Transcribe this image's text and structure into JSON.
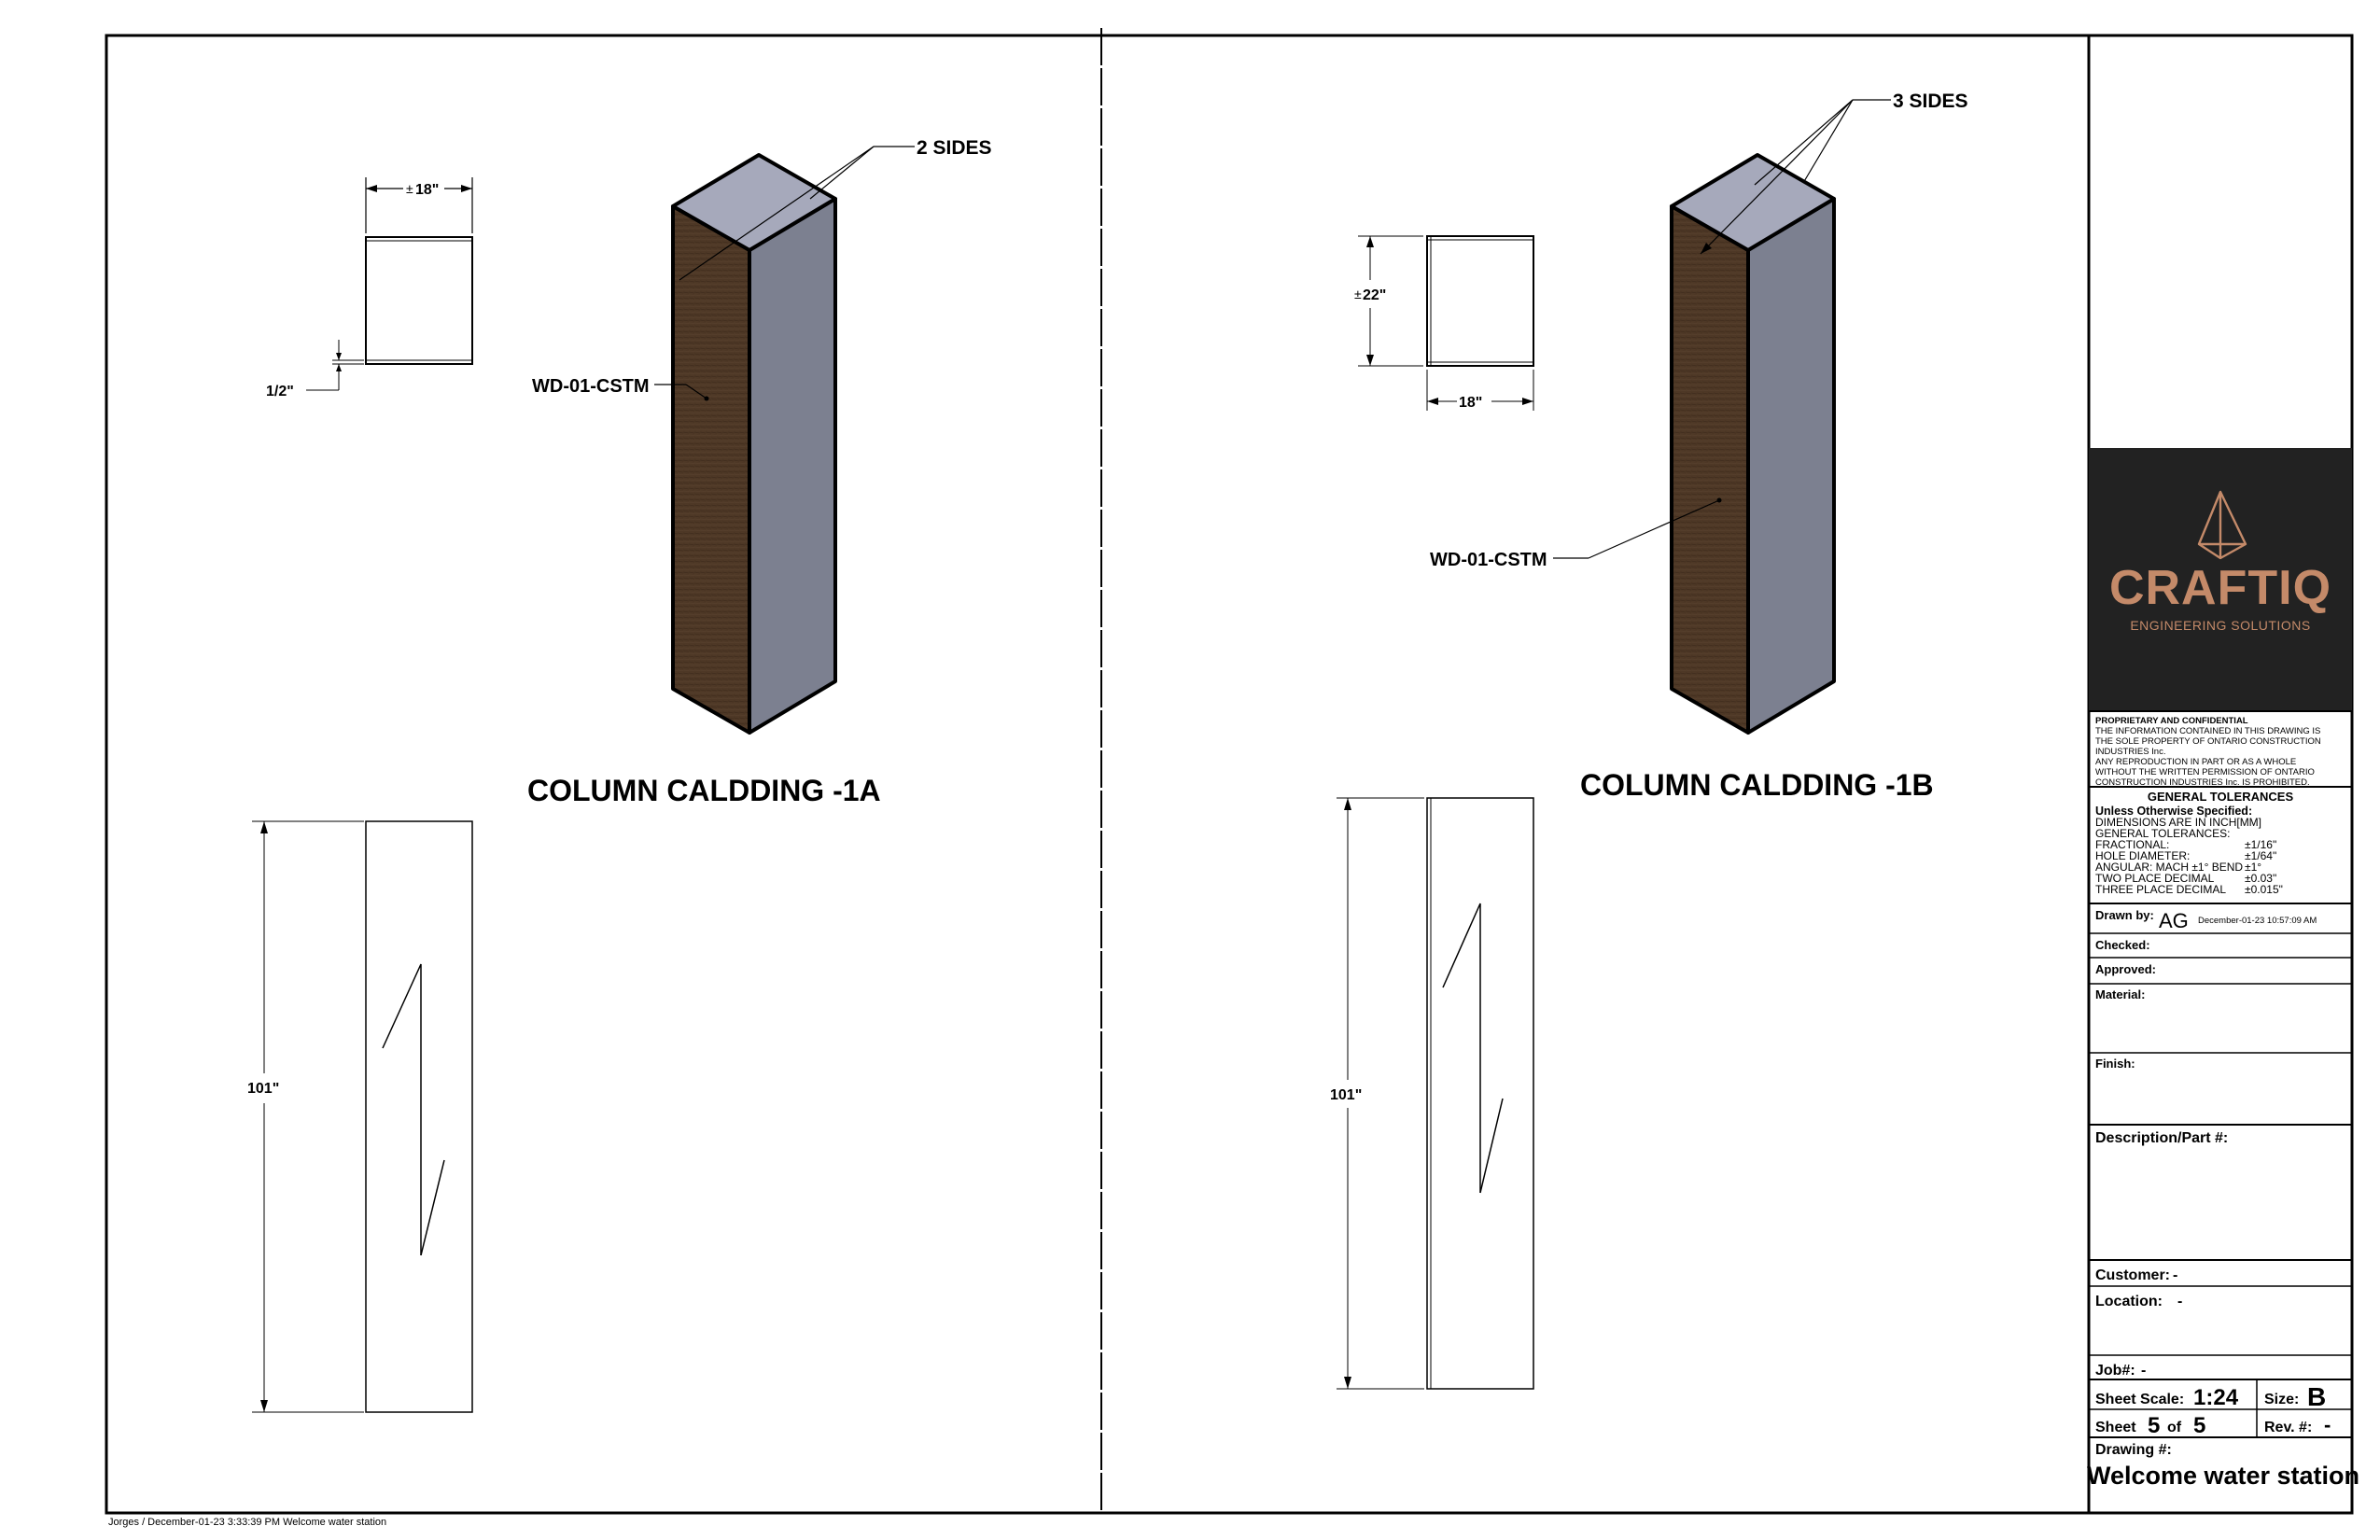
{
  "left_view": {
    "title": "COLUMN CALDDING -1A",
    "sides_callout": "2 SIDES",
    "material_callout": "WD-01-CSTM",
    "dim_width": "18\"",
    "dim_width_prefix": "±",
    "dim_thickness": "1/2\"",
    "dim_height": "101\""
  },
  "right_view": {
    "title": "COLUMN CALDDING -1B",
    "sides_callout": "3 SIDES",
    "material_callout": "WD-01-CSTM",
    "dim_depth": "22\"",
    "dim_depth_prefix": "±",
    "dim_width": "18\"",
    "dim_height": "101\""
  },
  "logo": {
    "name": "CRAFTIQ",
    "tagline": "ENGINEERING SOLUTIONS",
    "icon": "pyramid-logo-icon",
    "bg_color": "#222222",
    "accent_color": "#c48a69"
  },
  "title_block": {
    "proprietary_heading": "PROPRIETARY AND CONFIDENTIAL",
    "proprietary_lines": [
      "THE INFORMATION CONTAINED IN THIS DRAWING IS",
      "THE SOLE PROPERTY OF ONTARIO CONSTRUCTION",
      "INDUSTRIES Inc.",
      "ANY REPRODUCTION IN PART OR AS A WHOLE",
      "WITHOUT THE WRITTEN PERMISSION OF ONTARIO",
      "CONSTRUCTION INDUSTRIES Inc. IS PROHIBITED."
    ],
    "tolerances_heading": "GENERAL TOLERANCES",
    "unless_label": "Unless Otherwise Specified:",
    "tolerance_rows": [
      {
        "label": "DIMENSIONS ARE IN INCH[MM]",
        "value": ""
      },
      {
        "label": "GENERAL TOLERANCES:",
        "value": ""
      },
      {
        "label": "FRACTIONAL:",
        "value": "±1/16\""
      },
      {
        "label": "HOLE DIAMETER:",
        "value": "±1/64\""
      },
      {
        "label": "ANGULAR: MACH ±1°  BEND",
        "value": "±1°"
      },
      {
        "label": "TWO PLACE DECIMAL",
        "value": "±0.03\""
      },
      {
        "label": "THREE PLACE DECIMAL",
        "value": "±0.015\""
      }
    ],
    "drawn_by_label": "Drawn by:",
    "drawn_by_value": "AG",
    "drawn_date": "December-01-23 10:57:09 AM",
    "checked_label": "Checked:",
    "approved_label": "Approved:",
    "material_label": "Material:",
    "finish_label": "Finish:",
    "description_label": "Description/Part #:",
    "customer_label": "Customer:",
    "customer_value": "-",
    "location_label": "Location:",
    "location_value": "-",
    "job_label": "Job#:",
    "job_value": "-",
    "scale_label": "Sheet Scale:",
    "scale_value": "1:24",
    "size_label": "Size:",
    "size_value": "B",
    "sheet_label": "Sheet",
    "sheet_num": "5",
    "sheet_of": "of",
    "sheet_total": "5",
    "rev_label": "Rev. #:",
    "rev_value": "-",
    "drawing_label": "Drawing #:",
    "drawing_value": "Welcome water station"
  },
  "footer": {
    "stamp": "Jorges / December-01-23 3:33:39 PM  Welcome water station"
  },
  "colors": {
    "wood_face": "#4e3826",
    "side_face": "#7c8090",
    "top_face": "#a6a9bb"
  }
}
